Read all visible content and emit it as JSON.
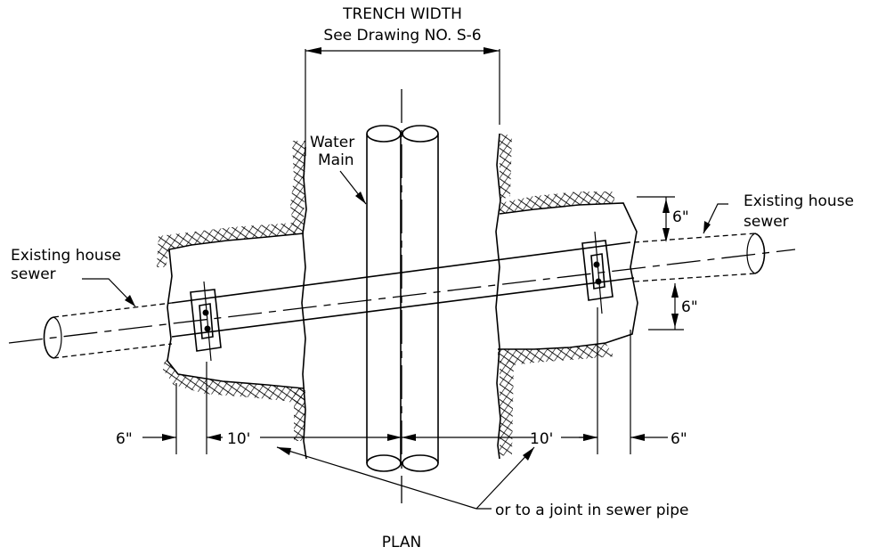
{
  "labels": {
    "trench_width": "TRENCH WIDTH",
    "see_drawing": "See Drawing NO. S-6",
    "water": "Water",
    "main": "Main",
    "existing_left": "Existing house",
    "sewer_left": "sewer",
    "existing_right": "Existing house",
    "sewer_right": "sewer",
    "dim_six_upper": "6\"",
    "dim_six_lower": "6\"",
    "dim_six_left": "6\"",
    "dim_six_right": "6\"",
    "dim_ten_left": "10'",
    "dim_ten_right": "10'",
    "joint_note": "or to a joint in sewer pipe",
    "plan": "PLAN"
  }
}
